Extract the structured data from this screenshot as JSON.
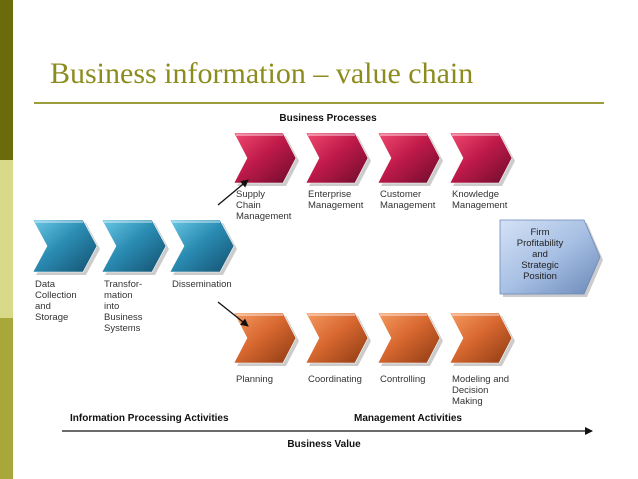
{
  "slide": {
    "title": "Business information – value chain",
    "colors": {
      "title_text": "#8c8c1e",
      "sidebar_top": "#6b6b0c",
      "sidebar_mid": "#d9d98a",
      "sidebar_bottom": "#a8a83a",
      "rule": "#9c9c3c",
      "processing": "#2b8cb3",
      "business_process": "#c01a4a",
      "management": "#d86830",
      "profitability": "#a8c0e4"
    }
  },
  "diagram": {
    "business_processes_header": "Business Processes",
    "processing_steps": [
      {
        "label_lines": [
          "Data",
          "Collection",
          "and",
          "Storage"
        ]
      },
      {
        "label_lines": [
          "Transfor-",
          "mation",
          "into",
          "Business",
          "Systems"
        ]
      },
      {
        "label_lines": [
          "Dissemination"
        ]
      }
    ],
    "business_processes": [
      {
        "label_lines": [
          "Supply",
          "Chain",
          "Management"
        ]
      },
      {
        "label_lines": [
          "Enterprise",
          "Management"
        ]
      },
      {
        "label_lines": [
          "Customer",
          "Management"
        ]
      },
      {
        "label_lines": [
          "Knowledge",
          "Management"
        ]
      }
    ],
    "management_activities": [
      {
        "label_lines": [
          "Planning"
        ]
      },
      {
        "label_lines": [
          "Coordinating"
        ]
      },
      {
        "label_lines": [
          "Controlling"
        ]
      },
      {
        "label_lines": [
          "Modeling and",
          "Decision",
          "Making"
        ]
      }
    ],
    "outcome": {
      "label_lines": [
        "Firm",
        "Profitability",
        "and",
        "Strategic",
        "Position"
      ]
    },
    "information_processing_label": "Information Processing Activities",
    "management_activities_label": "Management Activities",
    "business_value_label": "Business Value"
  }
}
